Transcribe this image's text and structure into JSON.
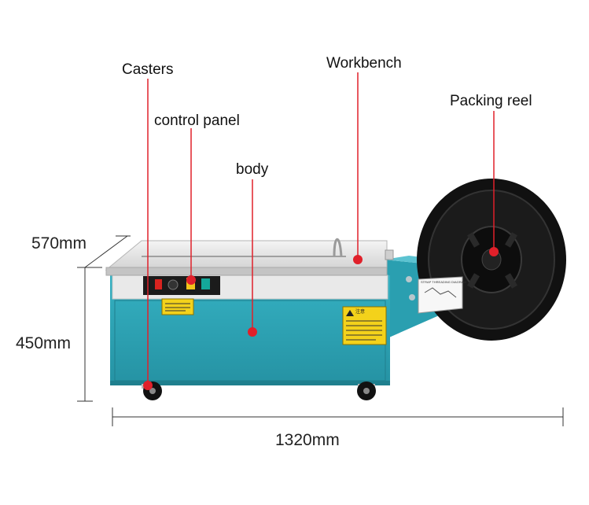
{
  "callouts": {
    "casters": "Casters",
    "workbench": "Workbench",
    "control_panel": "control panel",
    "body": "body",
    "packing_reel": "Packing reel"
  },
  "dimensions": {
    "depth": "570mm",
    "height": "450mm",
    "length": "1320mm"
  },
  "panel": {
    "warning_sign_text": "注意",
    "threading_chart_title": "STRAP THREADING DIAGRAM"
  },
  "colors": {
    "body": "#2a9fb0",
    "body_dark": "#1f7f8e",
    "top_plate": "#e6e6e6",
    "callout_line": "#e0202a",
    "reel": "#111111",
    "warning_label": "#f3d21b"
  }
}
